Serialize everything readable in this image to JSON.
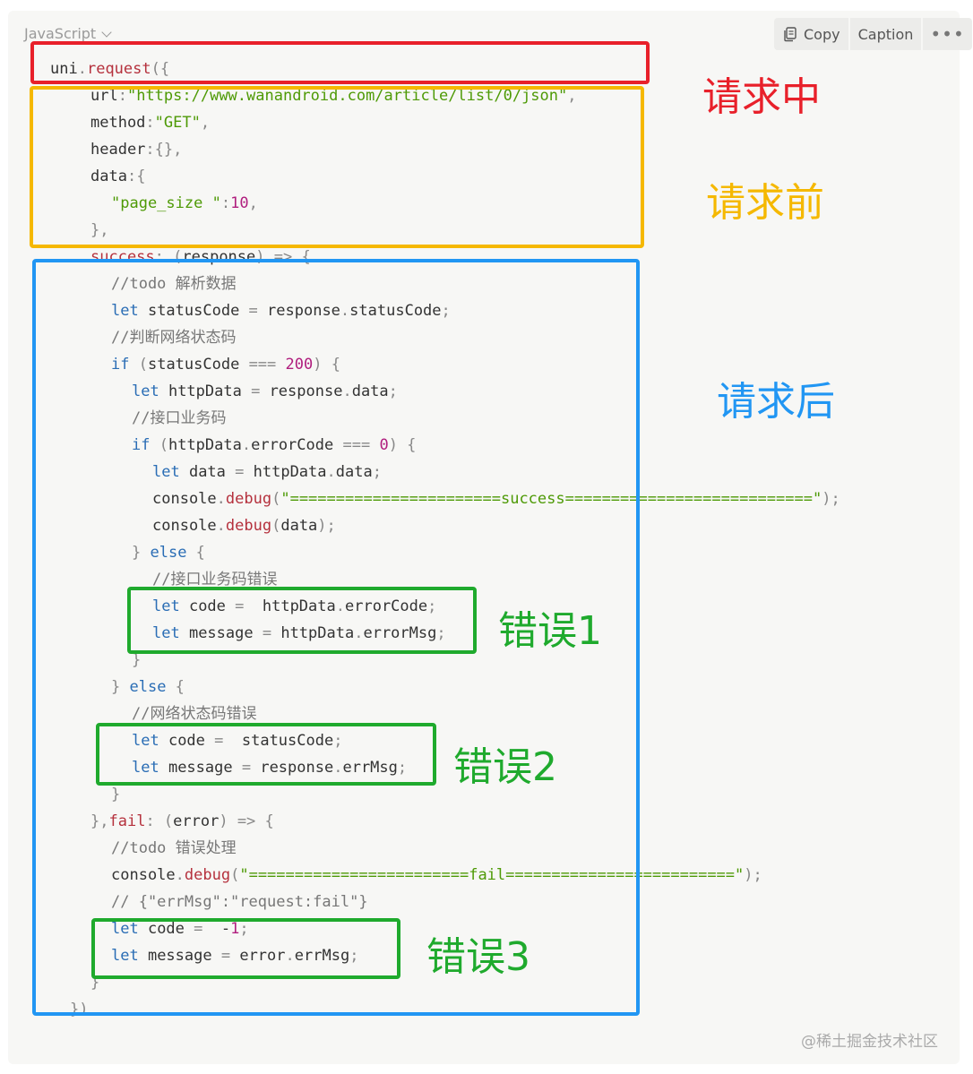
{
  "header": {
    "language": "JavaScript",
    "copy_label": "Copy",
    "caption_label": "Caption",
    "more_label": "•••"
  },
  "code": {
    "l0": {
      "a": "uni",
      "b": ".",
      "c": "request",
      "d": "({"
    },
    "l1": {
      "a": "url",
      "b": ":",
      "c": "\"https://www.wanandroid.com/article/list/0/json\"",
      "d": ","
    },
    "l2": {
      "a": "method",
      "b": ":",
      "c": "\"GET\"",
      "d": ","
    },
    "l3": {
      "a": "header",
      "b": ":{},",
      "c": ""
    },
    "l4": {
      "a": "data",
      "b": ":{"
    },
    "l5": {
      "a": "\"page_size \"",
      "b": ":",
      "c": "10",
      "d": ","
    },
    "l6": {
      "a": "},"
    },
    "l7": {
      "a": "success",
      "b": ": (",
      "c": "response",
      "d": ") => {"
    },
    "l8": {
      "a": "//todo 解析数据"
    },
    "l9": {
      "a": "let",
      "b": " statusCode ",
      "c": "=",
      "d": " response",
      "e": ".",
      "f": "statusCode",
      "g": ";"
    },
    "l10": {
      "a": "//判断网络状态码"
    },
    "l11": {
      "a": "if",
      "b": " (",
      "c": "statusCode ",
      "d": "===",
      "e": " ",
      "f": "200",
      "g": ") {"
    },
    "l12": {
      "a": "let",
      "b": " httpData ",
      "c": "=",
      "d": " response",
      "e": ".",
      "f": "data",
      "g": ";"
    },
    "l13": {
      "a": "//接口业务码"
    },
    "l14": {
      "a": "if",
      "b": " (",
      "c": "httpData",
      "d": ".",
      "e": "errorCode ",
      "f": "===",
      "g": " ",
      "h": "0",
      "i": ") {"
    },
    "l15": {
      "a": "let",
      "b": " data ",
      "c": "=",
      "d": " httpData",
      "e": ".",
      "f": "data",
      "g": ";"
    },
    "l16": {
      "a": "console",
      "b": ".",
      "c": "debug",
      "d": "(",
      "e": "\"=======================success===========================\"",
      "f": ");"
    },
    "l17": {
      "a": "console",
      "b": ".",
      "c": "debug",
      "d": "(",
      "e": "data",
      "f": ");"
    },
    "l18": {
      "a": "} ",
      "b": "else",
      "c": " {"
    },
    "l19": {
      "a": "//接口业务码错误"
    },
    "l20": {
      "a": "let",
      "b": " code ",
      "c": "=",
      "d": "  httpData",
      "e": ".",
      "f": "errorCode",
      "g": ";"
    },
    "l21": {
      "a": "let",
      "b": " message ",
      "c": "=",
      "d": " httpData",
      "e": ".",
      "f": "errorMsg",
      "g": ";"
    },
    "l22": {
      "a": "}"
    },
    "l23": {
      "a": "} ",
      "b": "else",
      "c": " {"
    },
    "l24": {
      "a": "//网络状态码错误"
    },
    "l25": {
      "a": "let",
      "b": " code ",
      "c": "=",
      "d": "  statusCode",
      "e": ";"
    },
    "l26": {
      "a": "let",
      "b": " message ",
      "c": "=",
      "d": " response",
      "e": ".",
      "f": "errMsg",
      "g": ";"
    },
    "l27": {
      "a": "}"
    },
    "l28": {
      "a": "},",
      "b": "fail",
      "c": ": (",
      "d": "error",
      "e": ") => {"
    },
    "l29": {
      "a": "//todo 错误处理"
    },
    "l30": {
      "a": "console",
      "b": ".",
      "c": "debug",
      "d": "(",
      "e": "\"========================fail=========================\"",
      "f": ");"
    },
    "l31": {
      "a": "// {\"errMsg\":\"request:fail\"}"
    },
    "l32": {
      "a": "let",
      "b": " code ",
      "c": "=",
      "d": "  -",
      "e": "1",
      "f": ";"
    },
    "l33": {
      "a": "let",
      "b": " message ",
      "c": "=",
      "d": " error",
      "e": ".",
      "f": "errMsg",
      "g": ";"
    },
    "l34": {
      "a": "}"
    },
    "l35": {
      "a": "})"
    }
  },
  "annotations": {
    "during": "请求中",
    "before": "请求前",
    "after": "请求后",
    "error1": "错误1",
    "error2": "错误2",
    "error3": "错误3"
  },
  "colors": {
    "red": "#e8202a",
    "yellow": "#f5b800",
    "blue": "#2196f3",
    "green": "#1faa2d"
  },
  "watermark": "@稀土掘金技术社区"
}
